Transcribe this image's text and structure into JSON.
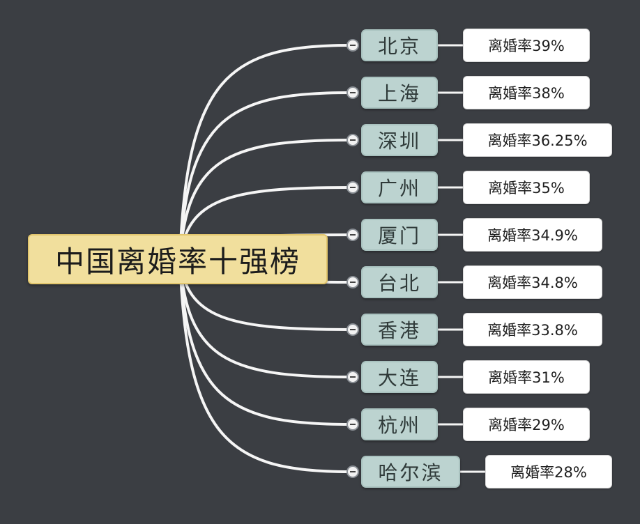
{
  "root": {
    "label": "中国离婚率十强榜"
  },
  "colors": {
    "background": "#3b3e43",
    "root_fill": "#f1df9d",
    "city_fill": "#bcd3d0",
    "rate_fill": "#ffffff",
    "connector": "#f5f5f5"
  },
  "icons": {
    "collapse": "minus-circle-icon"
  },
  "branches": [
    {
      "city": "北京",
      "rate": "离婚率39%"
    },
    {
      "city": "上海",
      "rate": "离婚率38%"
    },
    {
      "city": "深圳",
      "rate": "离婚率36.25%"
    },
    {
      "city": "广州",
      "rate": "离婚率35%"
    },
    {
      "city": "厦门",
      "rate": "离婚率34.9%"
    },
    {
      "city": "台北",
      "rate": "离婚率34.8%"
    },
    {
      "city": "香港",
      "rate": "离婚率33.8%"
    },
    {
      "city": "大连",
      "rate": "离婚率31%"
    },
    {
      "city": "杭州",
      "rate": "离婚率29%"
    },
    {
      "city": "哈尔滨",
      "rate": "离婚率28%"
    }
  ]
}
